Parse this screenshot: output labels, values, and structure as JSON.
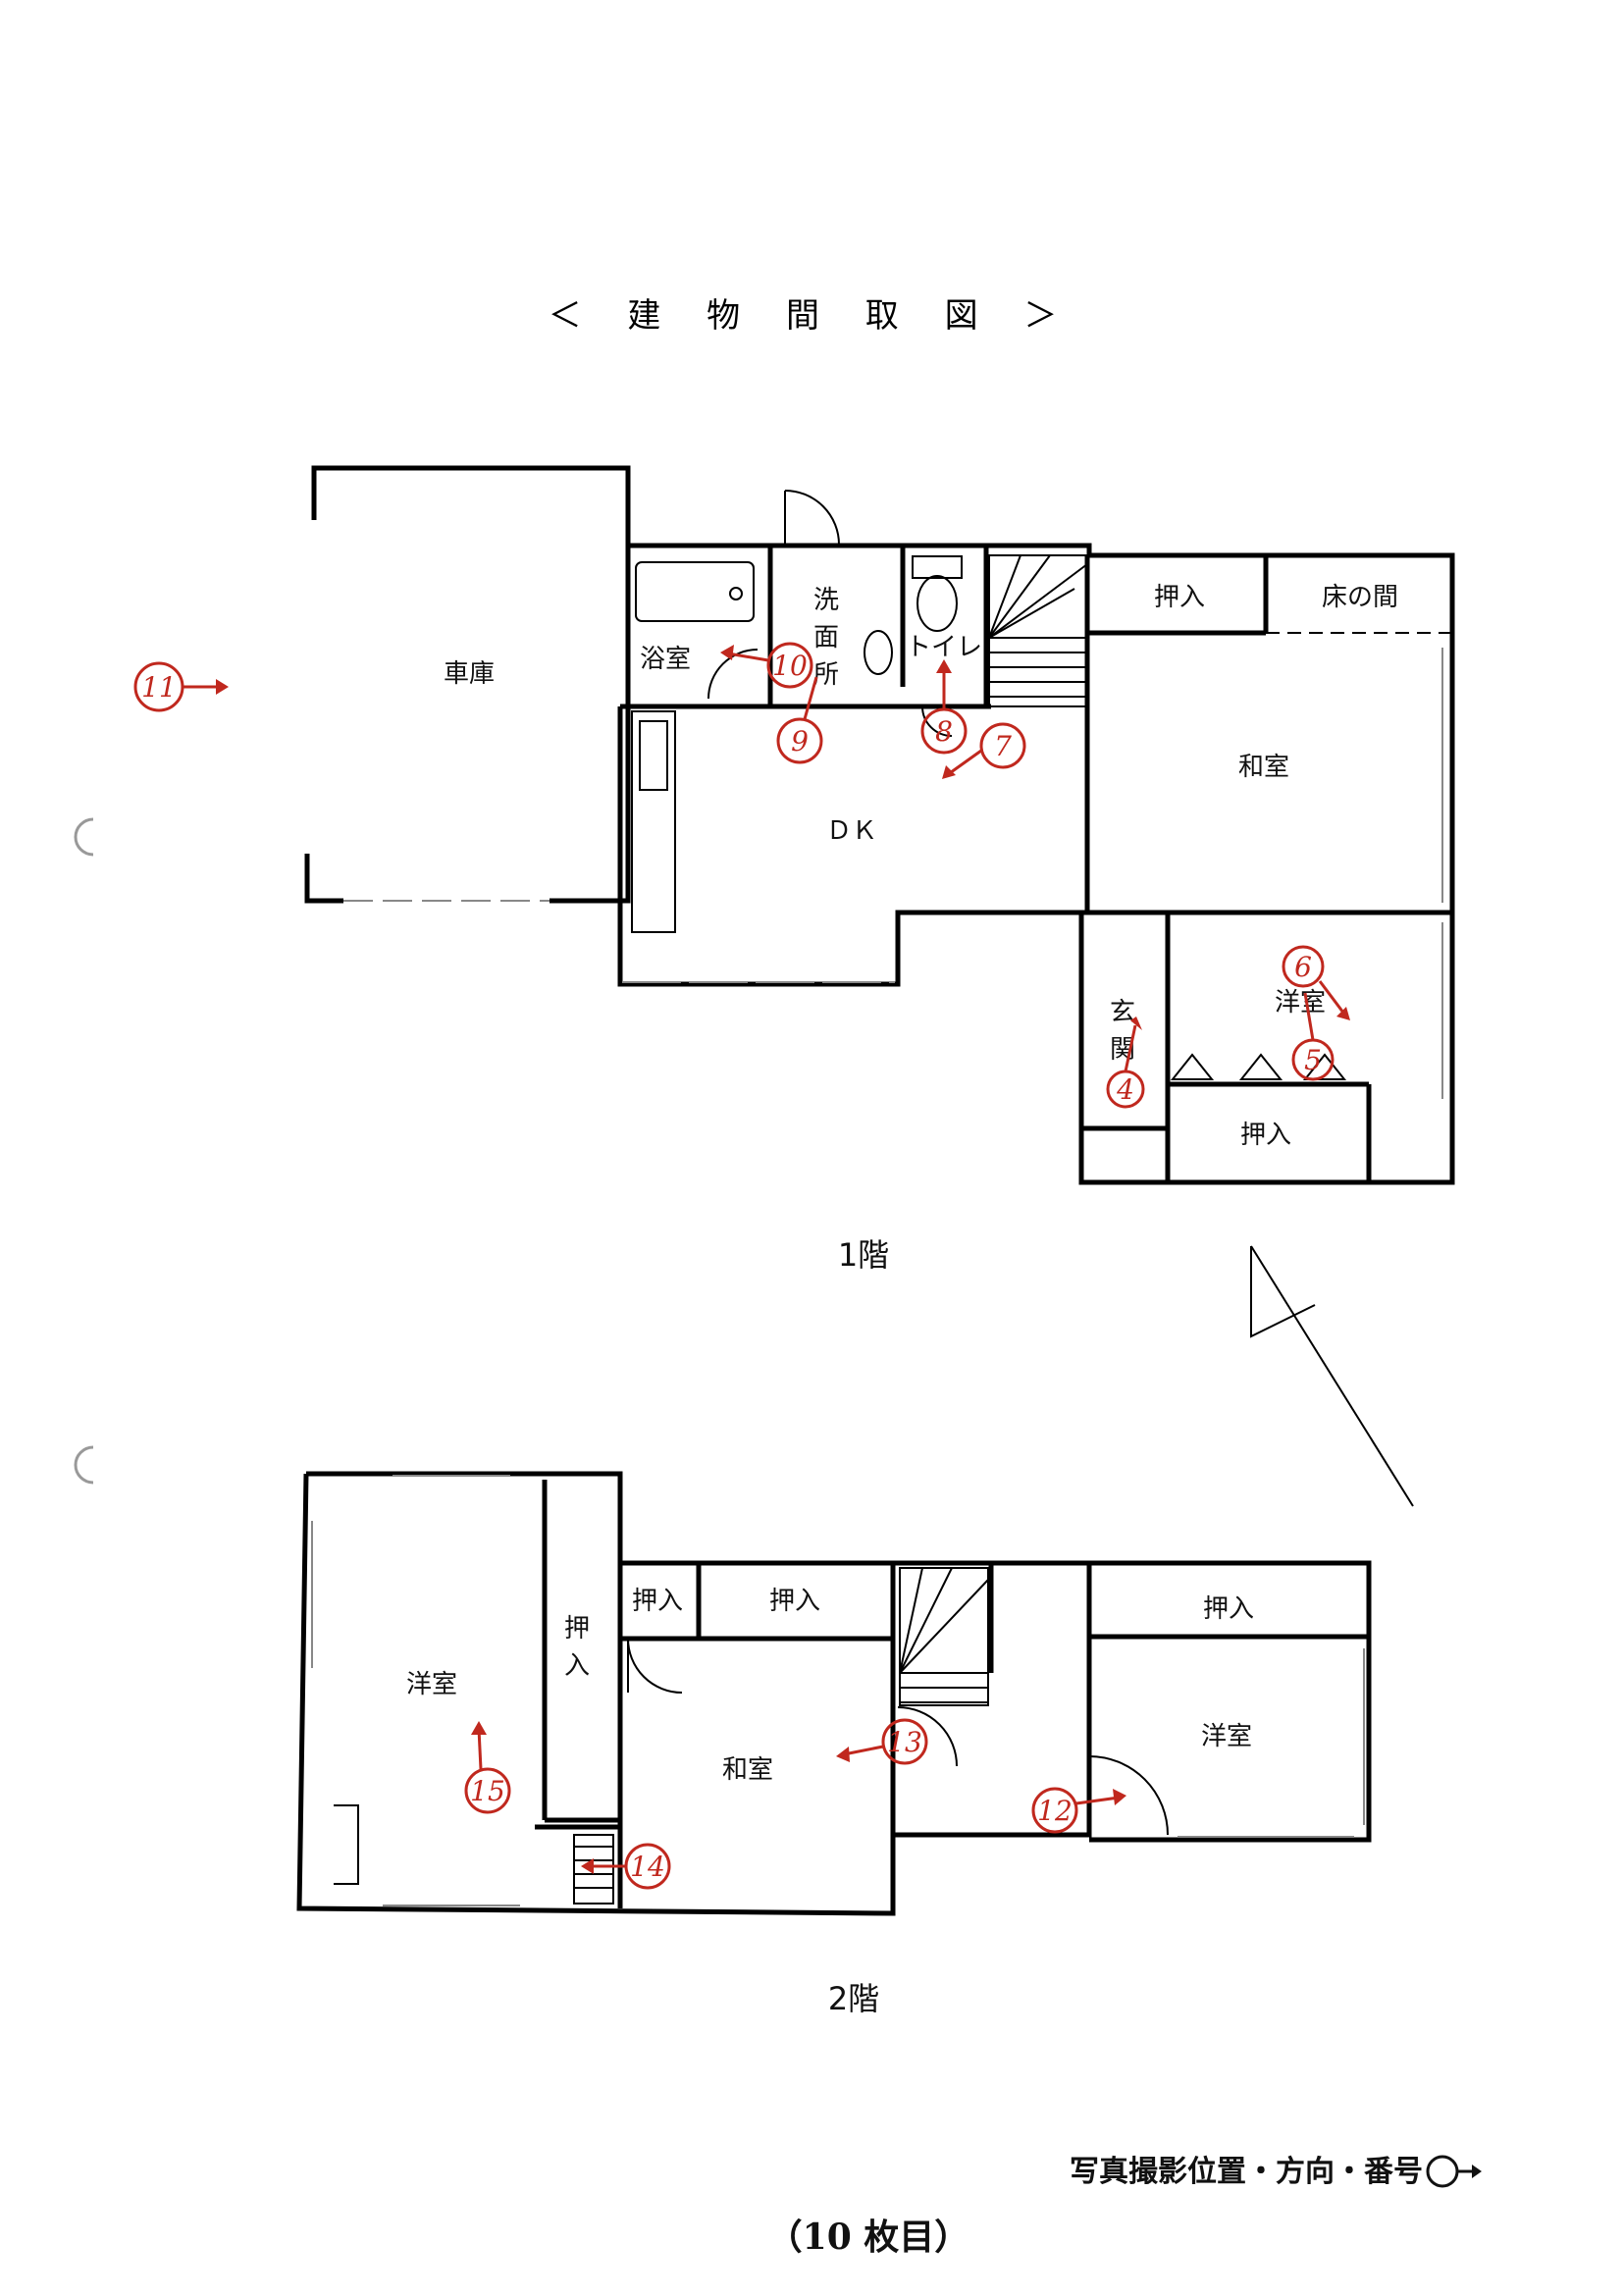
{
  "title": "＜ 建 物 間 取 図 ＞",
  "floor1": {
    "label": "1階",
    "rooms": {
      "garage": "車庫",
      "bath": "浴室",
      "washroom": [
        "洗",
        "面",
        "所"
      ],
      "toilet": "トイレ",
      "closet_a": "押入",
      "tokonoma": "床の間",
      "washitsu": "和室",
      "dk": "ＤＫ",
      "entrance": [
        "玄",
        "関"
      ],
      "youshitsu": "洋室",
      "closet_b": "押入"
    }
  },
  "floor2": {
    "label": "2階",
    "rooms": {
      "youshitsu_left": "洋室",
      "closet_vertical": [
        "押",
        "入"
      ],
      "closet_small": "押入",
      "closet_mid": "押入",
      "washitsu": "和室",
      "closet_right": "押入",
      "youshitsu_right": "洋室"
    }
  },
  "photo_markers": [
    "4",
    "5",
    "6",
    "7",
    "8",
    "9",
    "10",
    "11",
    "12",
    "13",
    "14",
    "15"
  ],
  "legend": "写真撮影位置・方向・番号",
  "page_count": "（10 枚目）",
  "colors": {
    "marker": "#c0281e",
    "wall": "#000000"
  }
}
